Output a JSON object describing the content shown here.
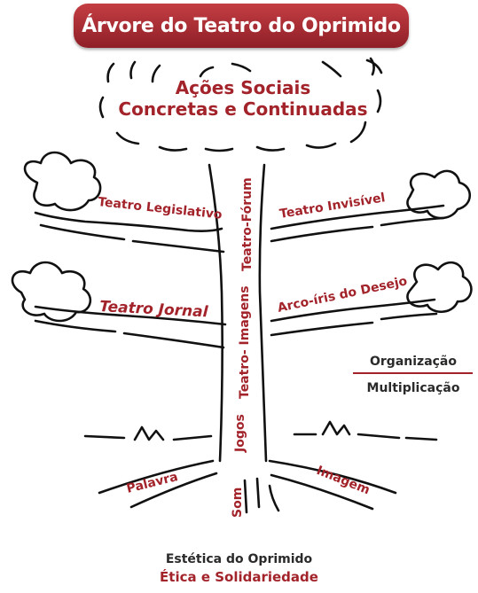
{
  "title": "Árvore do Teatro do Oprimido",
  "crown": {
    "line1": "Ações Sociais",
    "line2": "Concretas e Continuadas"
  },
  "branches": {
    "teatro_legislativo": "Teatro Legislativo",
    "teatro_invisivel": "Teatro Invisível",
    "teatro_jornal": "Teatro Jornal",
    "arco_iris": "Arco-íris do Desejo"
  },
  "trunk": {
    "teatro_forum": "Teatro-Fórum",
    "teatro_imagens": "Teatro- Imagens",
    "jogos": "Jogos"
  },
  "roots": {
    "palavra": "Palavra",
    "imagem": "Imagem",
    "som": "Som"
  },
  "legend": {
    "organizacao": "Organização",
    "multiplicacao": "Multiplicação"
  },
  "footer": {
    "estetica": "Estética do Oprimido",
    "etica": "Ética e Solidariedade"
  },
  "colors": {
    "accent": "#a3232b",
    "banner_top": "#c43e43",
    "banner_bottom": "#8f1f27",
    "ink": "#111111"
  }
}
